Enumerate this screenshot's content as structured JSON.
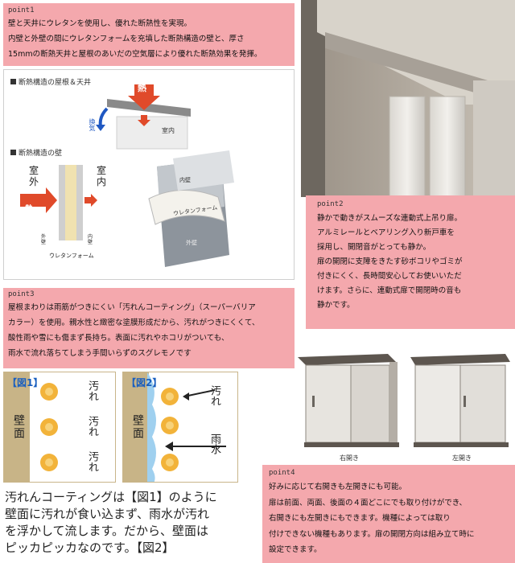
{
  "point1": {
    "title": "point1",
    "lines": [
      "壁と天井にウレタンを使用し、優れた断熱性を実現。",
      "内壁と外壁の間にウレタンフォームを充填した断熱構造の壁と、厚さ",
      "15mmの断熱天井と屋根のあいだの空気層により優れた断熱効果を発揮。"
    ]
  },
  "insulation": {
    "roof_title": "断熱構造の屋根＆天井",
    "roof_heat": "熱",
    "roof_vent": "換気",
    "roof_indoor": "室内",
    "wall_title": "断熱構造の壁",
    "outdoor": "室外",
    "indoor": "室内",
    "heat": "熱",
    "outer_wall_small": "外壁",
    "inner_wall_small": "内壁",
    "urethane_small": "ウレタンフォーム",
    "panel_inner": "内壁",
    "panel_urethane": "ウレタンフォーム",
    "panel_outer": "外壁"
  },
  "point2": {
    "title": "point2",
    "lines": [
      "静かで動きがスムーズな連動式上吊り扉。",
      "アルミレールとベアリング入り新戸車を",
      "採用し、開閉音がとっても静か。",
      "扉の開閉に支障をきたす砂ボコリやゴミが",
      "付きにくく、長時間安心してお使いいただ",
      "けます。さらに、連動式扉で開閉時の音も",
      "静かです。"
    ]
  },
  "point3": {
    "title": "point3",
    "lines": [
      "屋根まわりは雨筋がつきにくい「汚れんコーティング」（スーパーバリア",
      "カラー）を使用。親水性と緻密な塗膜形成だから、汚れがつきにくくて、",
      "酸性雨や雪にも傷まず長持ち。表面に汚れやホコリがついても、",
      "雨水で流れ落ちてしまう手間いらずのスグレモノです"
    ]
  },
  "figures": {
    "fig1_label": "【図1】",
    "fig2_label": "【図2】",
    "wall": "壁面",
    "dirt": "汚れ",
    "rain": "雨水"
  },
  "caption": {
    "lines": [
      "汚れんコーティングは【図1】のように",
      "壁面に汚れが食い込まず、雨水が汚れ",
      "を浮かして流します。だから、壁面は",
      "ピッカピッカなのです。【図2】"
    ]
  },
  "storage": {
    "right_open": "右開き",
    "left_open": "左開き"
  },
  "point4": {
    "title": "point4",
    "lines": [
      "好みに応じて右開きも左開きにも可能。",
      "扉は前面、両面、後面の４面どこにでも取り付けができ、",
      "右開きにも左開きにもできます。機種によっては取り",
      "付けできない機種もあります。扉の開閉方向は組み立て時に",
      "設定できます。"
    ]
  }
}
